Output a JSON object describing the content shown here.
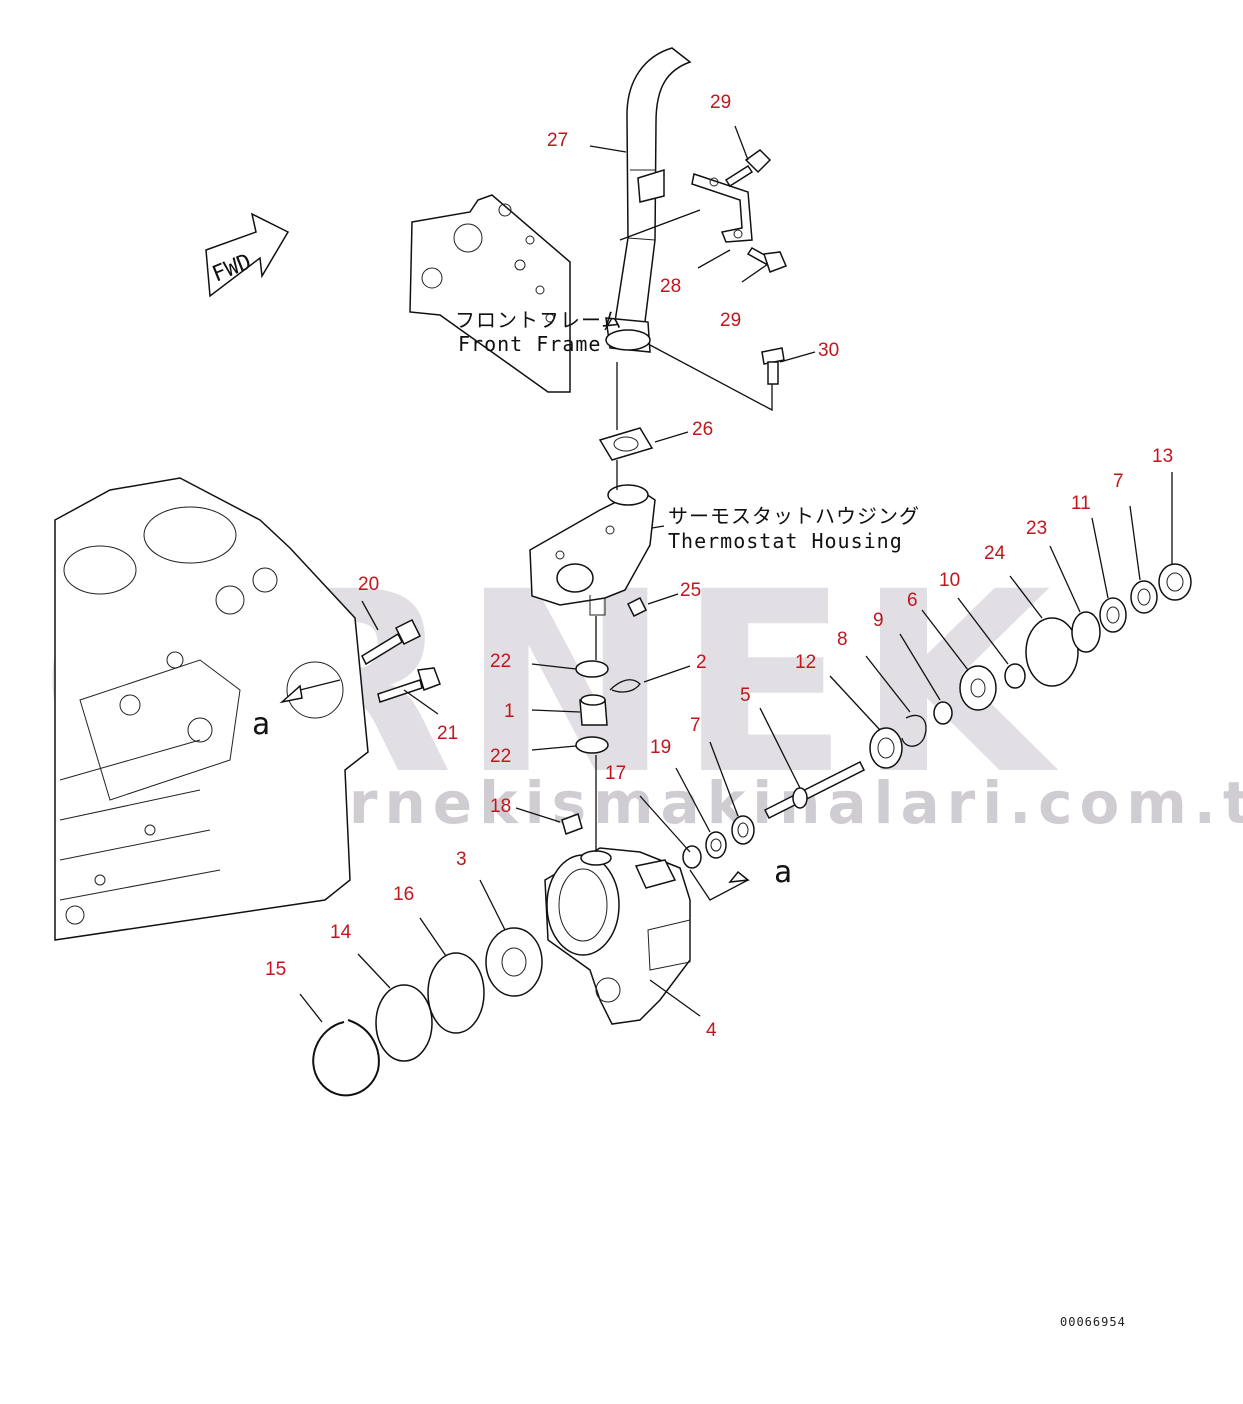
{
  "watermark": {
    "brand": "ORNEK",
    "url": "www.ornekismakinalari.com.tr"
  },
  "fwd_label": "FWD",
  "labels": {
    "front_frame_jp": "フロントフレーム",
    "front_frame_en": "Front Frame",
    "thermostat_jp": "サーモスタットハウジング",
    "thermostat_en": "Thermostat Housing",
    "view_a_1": "a",
    "view_a_2": "a"
  },
  "callouts": [
    "29",
    "27",
    "28",
    "29",
    "30",
    "26",
    "25",
    "13",
    "7",
    "11",
    "23",
    "24",
    "10",
    "6",
    "9",
    "8",
    "12",
    "20",
    "21",
    "22",
    "2",
    "1",
    "22",
    "5",
    "7",
    "19",
    "17",
    "18",
    "3",
    "16",
    "14",
    "15",
    "4"
  ],
  "drawing_id": "00066954",
  "colors": {
    "callout": "#c0161c",
    "line": "#111111",
    "watermark": "#c9c6cd"
  }
}
